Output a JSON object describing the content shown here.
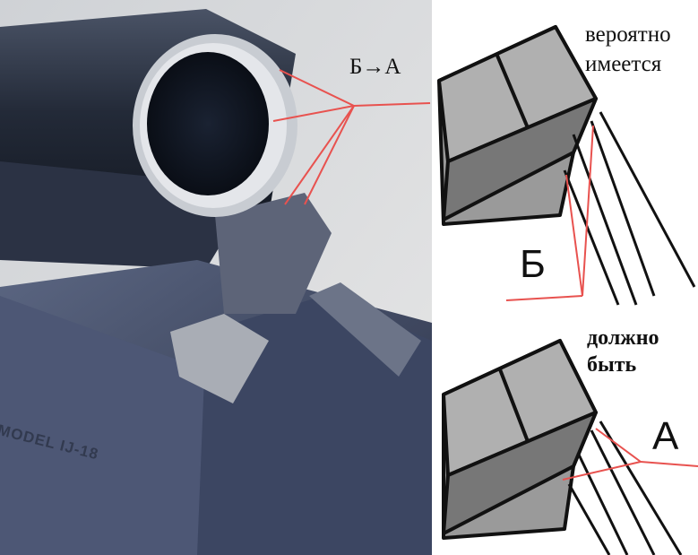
{
  "photo": {
    "callout": "Б→А",
    "engraving": "MODEL IJ-18"
  },
  "diagram_top": {
    "caption_line1": "вероятно",
    "caption_line2": "имеется",
    "marker": "Б"
  },
  "diagram_bottom": {
    "caption_line1": "должно",
    "caption_line2": "быть",
    "marker": "А"
  },
  "colors": {
    "arrow": "#e8524f",
    "steel": "#3a4258",
    "diagram_gray": "#8c8c8c"
  }
}
